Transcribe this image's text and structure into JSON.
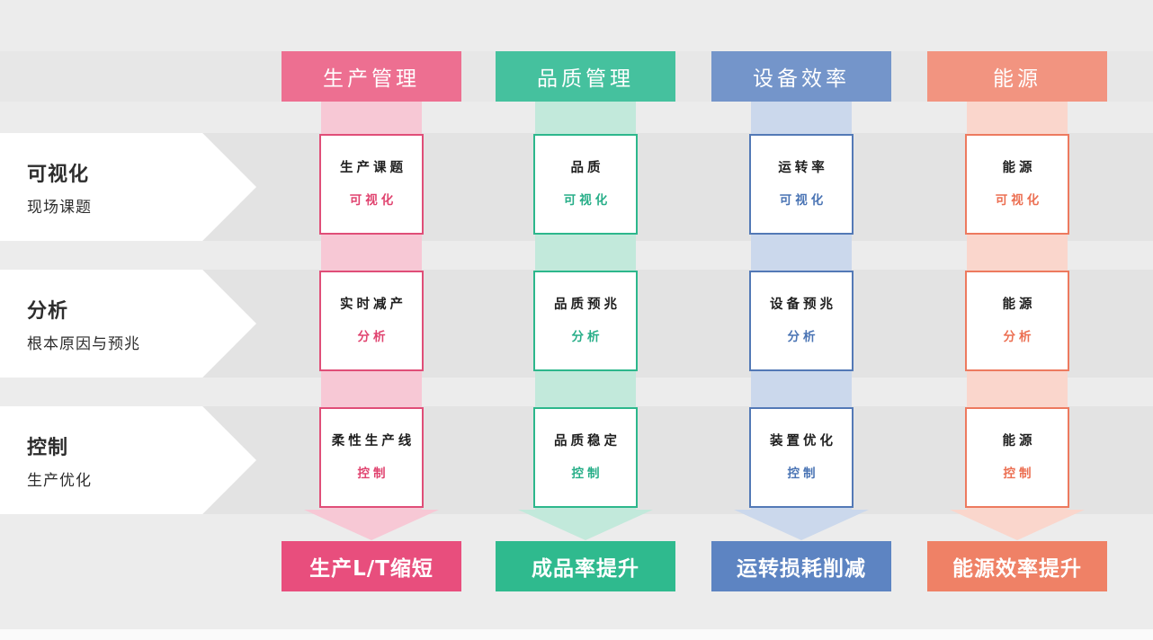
{
  "rows": [
    {
      "title": "可视化",
      "subtitle": "现场课题"
    },
    {
      "title": "分析",
      "subtitle": "根本原因与预兆"
    },
    {
      "title": "控制",
      "subtitle": "生产优化"
    }
  ],
  "columns": [
    {
      "header": "生产管理",
      "result": "生产L/T缩短",
      "colors": {
        "header_bg": "#ed6f91",
        "band_bg": "#f7c8d5",
        "cell_border": "#e04e78",
        "accent_text": "#e0436f",
        "result_bg": "#e84e7d"
      },
      "cells": [
        {
          "topic": "生产课题",
          "stage": "可视化"
        },
        {
          "topic": "实时减产",
          "stage": "分析"
        },
        {
          "topic": "柔性生产线",
          "stage": "控制"
        }
      ]
    },
    {
      "header": "品质管理",
      "result": "成品率提升",
      "colors": {
        "header_bg": "#45c19e",
        "band_bg": "#c2e9db",
        "cell_border": "#2db78c",
        "accent_text": "#27ae88",
        "result_bg": "#2fba8e"
      },
      "cells": [
        {
          "topic": "品质",
          "stage": "可视化"
        },
        {
          "topic": "品质预兆",
          "stage": "分析"
        },
        {
          "topic": "品质稳定",
          "stage": "控制"
        }
      ]
    },
    {
      "header": "设备效率",
      "result": "运转损耗削减",
      "colors": {
        "header_bg": "#7495ca",
        "band_bg": "#cbd8ec",
        "cell_border": "#5379b6",
        "accent_text": "#4a74b4",
        "result_bg": "#5d84c2"
      },
      "cells": [
        {
          "topic": "运转率",
          "stage": "可视化"
        },
        {
          "topic": "设备预兆",
          "stage": "分析"
        },
        {
          "topic": "装置优化",
          "stage": "控制"
        }
      ]
    },
    {
      "header": "能源",
      "result": "能源效率提升",
      "colors": {
        "header_bg": "#f29480",
        "band_bg": "#fad6cc",
        "cell_border": "#ed7a5f",
        "accent_text": "#ec6f52",
        "result_bg": "#ef8166"
      },
      "cells": [
        {
          "topic": "能源",
          "stage": "可视化"
        },
        {
          "topic": "能源",
          "stage": "分析"
        },
        {
          "topic": "能源",
          "stage": "控制"
        }
      ]
    }
  ]
}
